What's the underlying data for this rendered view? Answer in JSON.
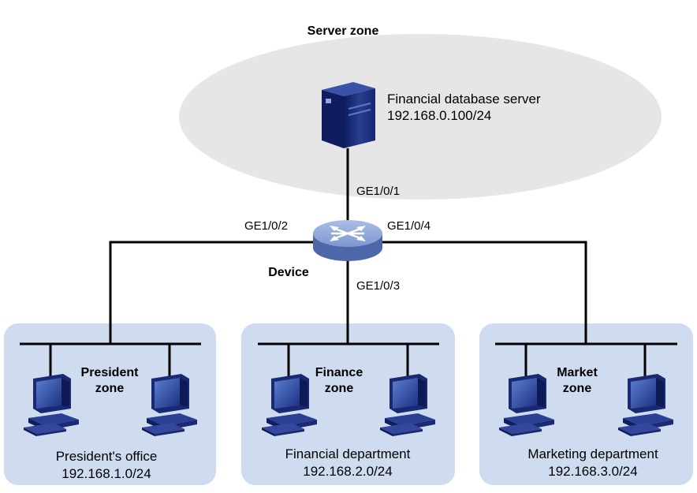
{
  "server_zone": {
    "title": "Server zone",
    "server_name": "Financial database server",
    "server_ip": "192.168.0.100/24"
  },
  "device": {
    "label": "Device",
    "ports": {
      "p1": "GE1/0/1",
      "p2": "GE1/0/2",
      "p3": "GE1/0/3",
      "p4": "GE1/0/4"
    }
  },
  "zones": [
    {
      "zone_name_1": "President",
      "zone_name_2": "zone",
      "dept": "President's office",
      "subnet": "192.168.1.0/24"
    },
    {
      "zone_name_1": "Finance",
      "zone_name_2": "zone",
      "dept": "Financial department",
      "subnet": "192.168.2.0/24"
    },
    {
      "zone_name_1": "Market",
      "zone_name_2": "zone",
      "dept": "Marketing department",
      "subnet": "192.168.3.0/24"
    }
  ],
  "colors": {
    "server_zone_fill": "#e6e6e6",
    "zone_fill": "#cfdcef",
    "router_body": "#5d79b6",
    "device_dark": "#1b2a6e"
  }
}
